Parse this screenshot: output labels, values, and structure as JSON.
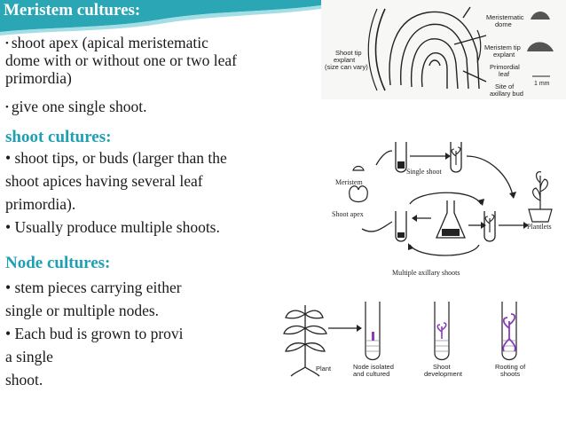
{
  "slide": {
    "section1": {
      "heading": "Meristem cultures:",
      "bullet1_line1": "shoot apex (apical meristematic",
      "bullet1_line2": "dome with or without  one or two leaf",
      "bullet1_line3": "primordia)",
      "bullet2": "give one single shoot."
    },
    "section2": {
      "heading": "shoot cultures:",
      "line1": "• shoot tips, or buds (larger than the",
      "line2": "shoot apices having several leaf",
      "line3": "primordia).",
      "line4": "• Usually produce multiple shoots."
    },
    "section3": {
      "heading": "Node cultures:",
      "line1": "• stem pieces carrying either",
      "line2": "single or multiple nodes.",
      "line3": "• Each bud is grown to provi",
      "line4": "a single",
      "line5": "shoot."
    }
  },
  "figure_meristem": {
    "label_dome": "Meristematic dome",
    "label_tip": "Meristem tip explant",
    "label_shoot_tip": "Shoot tip explant (size can vary)",
    "label_primordial": "Primordial leaf",
    "label_axillary": "Site of axillary bud",
    "scale": "1 mm"
  },
  "figure_shoot": {
    "meristem": "Meristem",
    "shoot_apex": "Shoot apex",
    "single_shoot": "Single shoot",
    "multiple": "Multiple axillary shoots",
    "plantlets": "Plantlets"
  },
  "figure_node": {
    "plant": "Plant",
    "node_line1": "Node isolated",
    "node_line2": "and cultured",
    "shoot_line1": "Shoot",
    "shoot_line2": "development",
    "root_line1": "Rooting of",
    "root_line2": "shoots"
  },
  "colors": {
    "teal_heading": "#1e9fb3",
    "header_band": "#2aa6b5",
    "purple_shoot": "#8a3cc0"
  }
}
